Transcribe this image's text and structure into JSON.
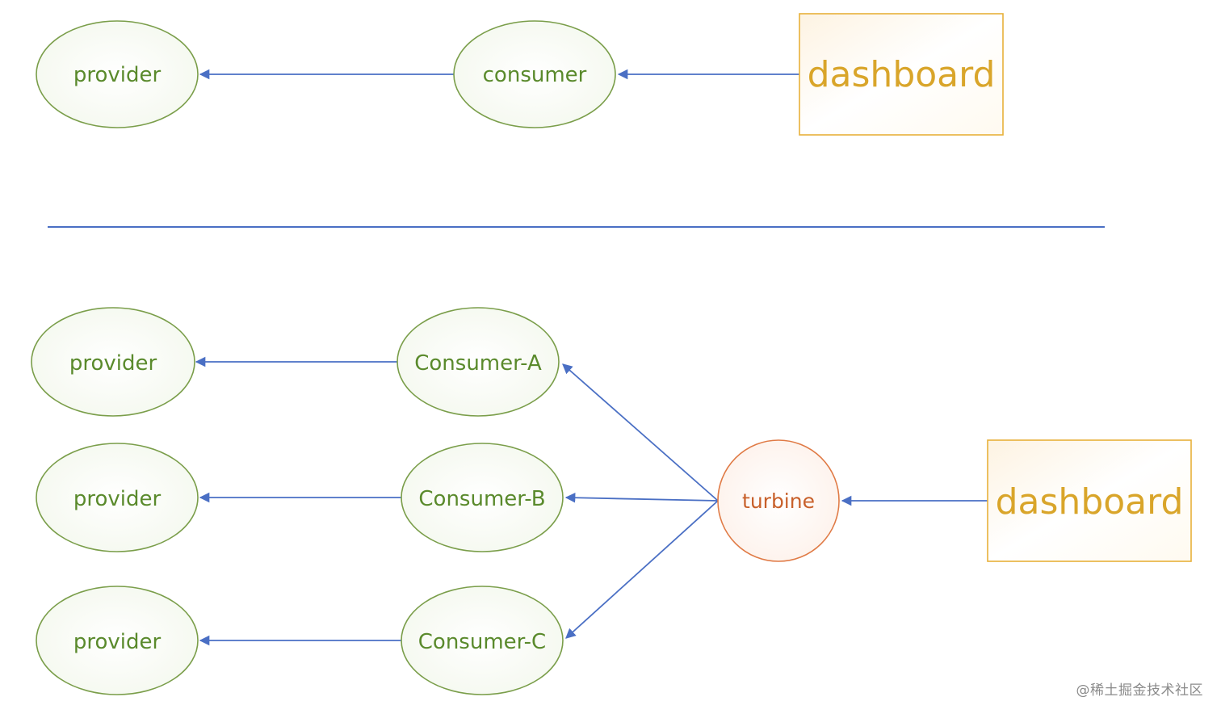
{
  "top_diagram": {
    "provider_label": "provider",
    "consumer_label": "consumer",
    "dashboard_label": "dashboard"
  },
  "bottom_diagram": {
    "provider_a_label": "provider",
    "provider_b_label": "provider",
    "provider_c_label": "provider",
    "consumer_a_label": "Consumer-A",
    "consumer_b_label": "Consumer-B",
    "consumer_c_label": "Consumer-C",
    "turbine_label": "turbine",
    "dashboard_label": "dashboard"
  },
  "colors": {
    "node_border_green": "#7a9e4a",
    "node_text_green": "#5a8a2c",
    "turbine_border": "#e07a45",
    "turbine_text": "#c8602a",
    "dashboard_border": "#e8b13a",
    "dashboard_text": "#d9a52a",
    "arrow_blue": "#4a6fc4",
    "divider_blue": "#4a6fc4"
  },
  "watermark": "@稀土掘金技术社区"
}
